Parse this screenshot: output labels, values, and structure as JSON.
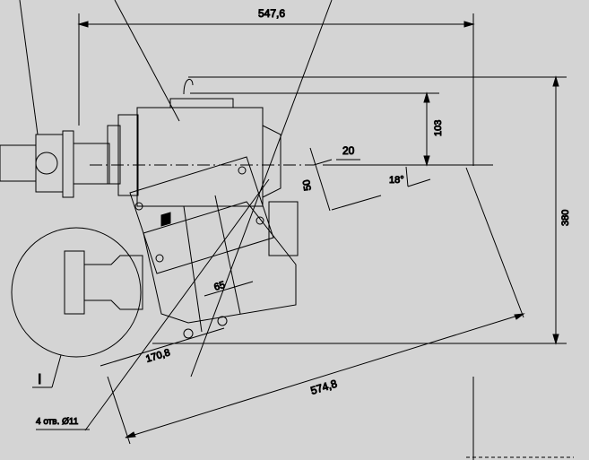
{
  "drawing": {
    "dimensions": {
      "overall_width": "547,6",
      "height_top": "103",
      "offset": "20",
      "angle": "18°",
      "flange_width": "50",
      "total_height": "380",
      "bolt_spacing": "65",
      "mount_offset": "170,8",
      "diagonal_length": "574,8"
    },
    "detail_label": "I",
    "hole_note": "4 отв. Ø11"
  },
  "colors": {
    "background": "#d4d4d4",
    "line": "#000000"
  }
}
